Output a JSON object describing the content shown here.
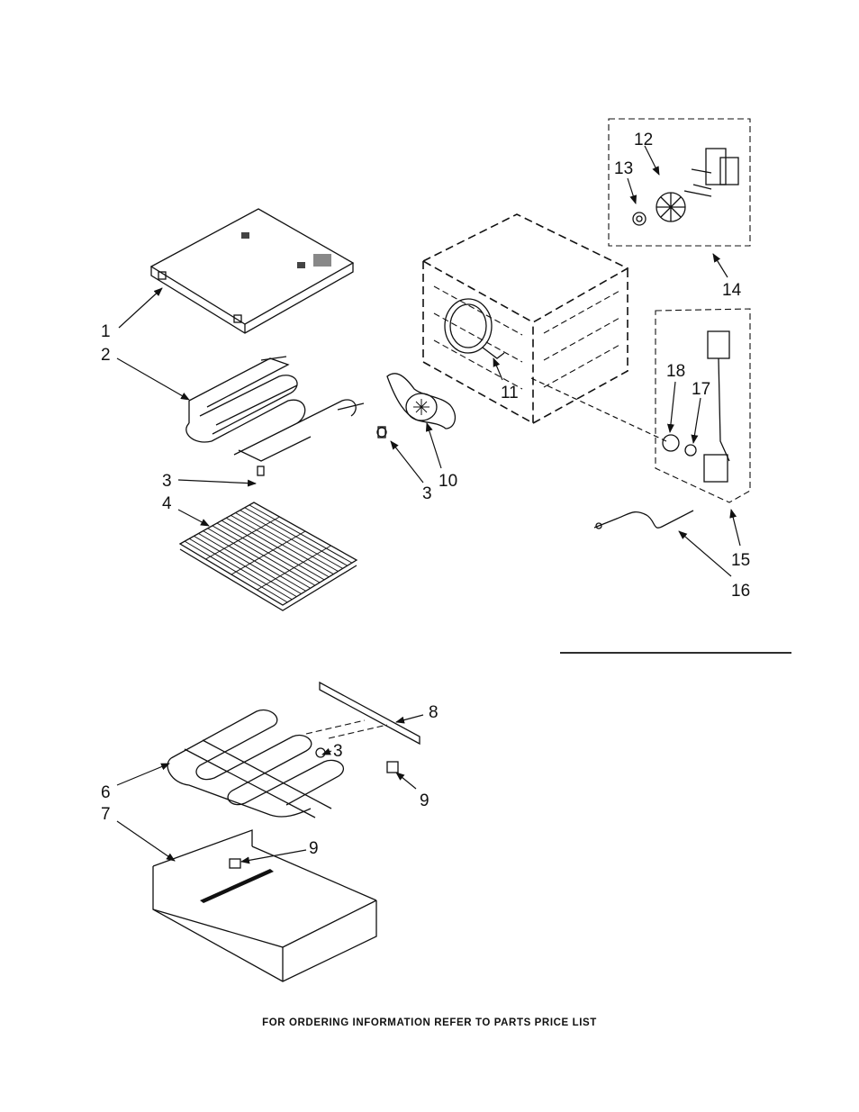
{
  "callouts": {
    "c1": "1",
    "c2": "2",
    "c3a": "3",
    "c3b": "3",
    "c3c": "3",
    "c4": "4",
    "c6": "6",
    "c7": "7",
    "c8": "8",
    "c9a": "9",
    "c9b": "9",
    "c10": "10",
    "c11": "11",
    "c12": "12",
    "c13": "13",
    "c14": "14",
    "c15": "15",
    "c16": "16",
    "c17": "17",
    "c18": "18"
  },
  "footer_text": "FOR ORDERING INFORMATION REFER TO PARTS PRICE LIST"
}
